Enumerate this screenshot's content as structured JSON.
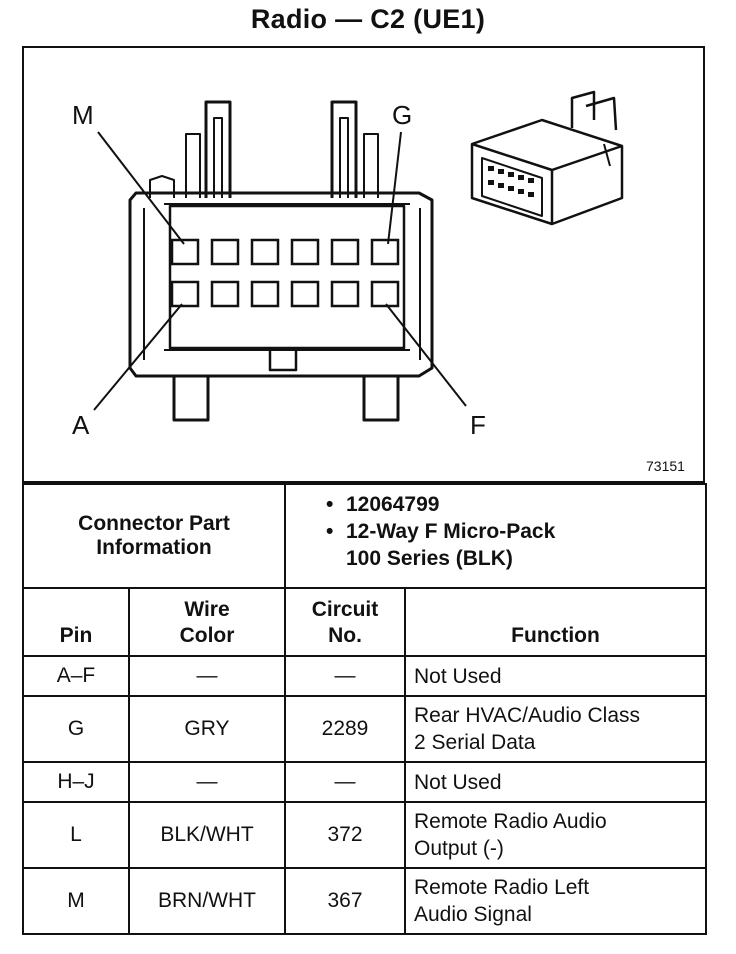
{
  "title": "Radio — C2 (UE1)",
  "diagram": {
    "pin_labels": {
      "top_left": "M",
      "top_right": "G",
      "bottom_left": "A",
      "bottom_right": "F"
    },
    "figure_number": "73151"
  },
  "connector_part": {
    "label_line1": "Connector Part",
    "label_line2": "Information",
    "bullets": [
      {
        "bullet": "•",
        "text": "12064799"
      },
      {
        "bullet": "•",
        "text": "12-Way F Micro-Pack"
      },
      {
        "bullet": "",
        "text": "100 Series (BLK)"
      }
    ]
  },
  "table": {
    "headers": {
      "pin": "Pin",
      "wire_color_1": "Wire",
      "wire_color_2": "Color",
      "circuit_1": "Circuit",
      "circuit_2": "No.",
      "function": "Function"
    },
    "rows": [
      {
        "pin": "A–F",
        "color": "—",
        "circuit": "—",
        "function_1": "Not Used",
        "function_2": ""
      },
      {
        "pin": "G",
        "color": "GRY",
        "circuit": "2289",
        "function_1": "Rear HVAC/Audio Class",
        "function_2": "2 Serial Data"
      },
      {
        "pin": "H–J",
        "color": "—",
        "circuit": "—",
        "function_1": "Not Used",
        "function_2": ""
      },
      {
        "pin": "L",
        "color": "BLK/WHT",
        "circuit": "372",
        "function_1": "Remote Radio Audio",
        "function_2": "Output (-)"
      },
      {
        "pin": "M",
        "color": "BRN/WHT",
        "circuit": "367",
        "function_1": "Remote Radio Left",
        "function_2": "Audio Signal"
      }
    ]
  }
}
